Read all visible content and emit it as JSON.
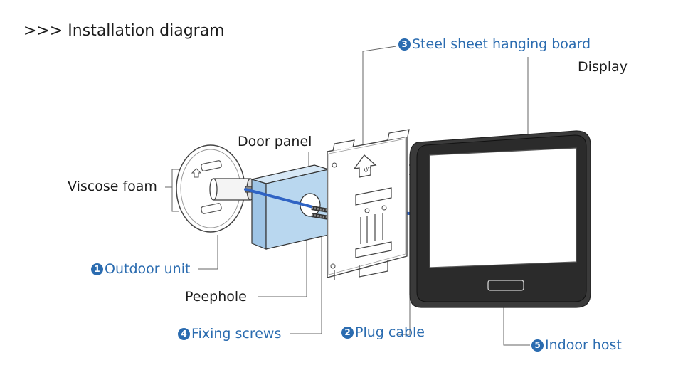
{
  "title": ">>> Installation diagram",
  "labels": {
    "steel_sheet": {
      "num": "3",
      "text": "Steel sheet hanging board"
    },
    "display": "Display",
    "door_panel": "Door panel",
    "viscose_foam": "Viscose foam",
    "outdoor_unit": {
      "num": "1",
      "text": "Outdoor unit"
    },
    "peephole": "Peephole",
    "fixing_screws": {
      "num": "4",
      "text": "Fixing screws"
    },
    "plug_cable": {
      "num": "2",
      "text": "Plug cable"
    },
    "indoor_host": {
      "num": "5",
      "text": "Indoor host"
    }
  },
  "plate_marking": "UP",
  "colors": {
    "accent_blue": "#2b6cb0",
    "door_panel_fill": "#b9d7ef",
    "cable_blue": "#2f63c4",
    "line_gray": "#555555"
  }
}
